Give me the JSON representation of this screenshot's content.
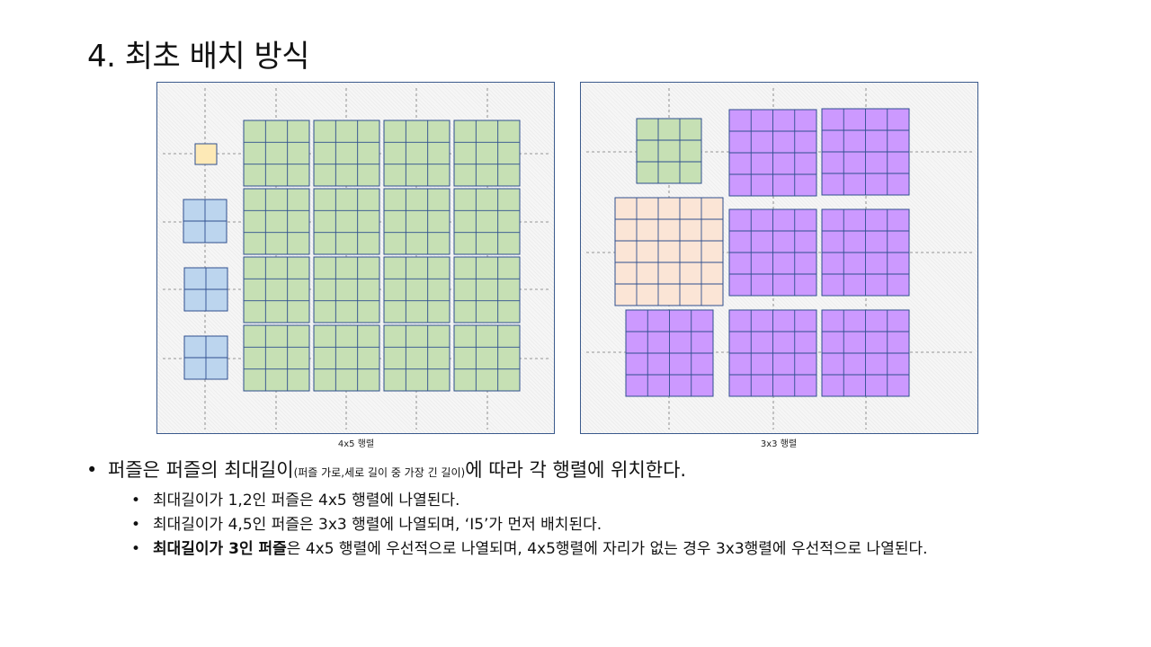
{
  "title": "4. 최초 배치 방식",
  "panels": [
    {
      "caption": "4x5 행렬",
      "guide_color": "#777777",
      "pieces": [
        {
          "label": "1x1",
          "rows": 1,
          "cols": 1,
          "color": "#fde9b6",
          "count": 1
        },
        {
          "label": "2x2",
          "rows": 2,
          "cols": 2,
          "color": "#bcd5ee",
          "count": 3
        },
        {
          "label": "3x3",
          "rows": 3,
          "cols": 3,
          "color": "#c6e0b4",
          "count": 16
        }
      ]
    },
    {
      "caption": "3x3 행렬",
      "guide_color": "#777777",
      "pieces": [
        {
          "label": "3x3",
          "rows": 3,
          "cols": 3,
          "color": "#c6e0b4",
          "count": 1
        },
        {
          "label": "5x5",
          "rows": 5,
          "cols": 5,
          "color": "#fbe5d6",
          "count": 1
        },
        {
          "label": "4x4",
          "rows": 4,
          "cols": 4,
          "color": "#cc99ff",
          "count": 7
        }
      ]
    }
  ],
  "grid_line_color": "#2f4f8f",
  "bullets": {
    "main": {
      "before": "퍼즐은 퍼즐의 최대길이",
      "small": "(퍼즐 가로,세로 길이 중 가장 긴 길이)",
      "after": "에 따라 각 행렬에 위치한다."
    },
    "subs": [
      {
        "bold": "",
        "text": "최대길이가 1,2인 퍼즐은 4x5 행렬에 나열된다."
      },
      {
        "bold": "",
        "text": "최대길이가 4,5인 퍼즐은 3x3 행렬에 나열되며, ‘I5’가 먼저 배치된다."
      },
      {
        "bold": "최대길이가 3인 퍼즐",
        "text": "은 4x5 행렬에 우선적으로 나열되며, 4x5행렬에 자리가 없는 경우 3x3행렬에 우선적으로 나열된다."
      }
    ],
    "bullet_symbol": "•"
  }
}
